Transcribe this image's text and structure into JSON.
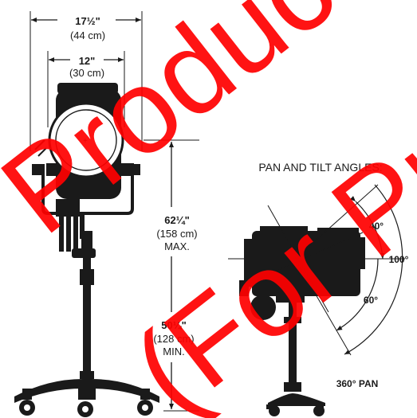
{
  "dimensions": {
    "width_total": "17½\"",
    "width_total_metric": "(44 cm)",
    "width_lens": "12\"",
    "width_lens_metric": "(30 cm)",
    "height_max": "62¼\"",
    "height_max_metric": "(158 cm)",
    "height_max_note": "MAX.",
    "height_min": "50¼\"",
    "height_min_metric": "(128 cm)",
    "height_min_note": "MIN."
  },
  "pan_tilt": {
    "title": "PAN AND TILT ANGLES:",
    "angle_up": "40°",
    "angle_total": "100°",
    "angle_down": "60°",
    "pan": "360° PAN"
  },
  "watermark": {
    "text_line1": "Product",
    "text_line2": "(For Pr",
    "color": "#ff0000"
  },
  "colors": {
    "ink": "#1a1a1a",
    "background": "#ffffff"
  }
}
